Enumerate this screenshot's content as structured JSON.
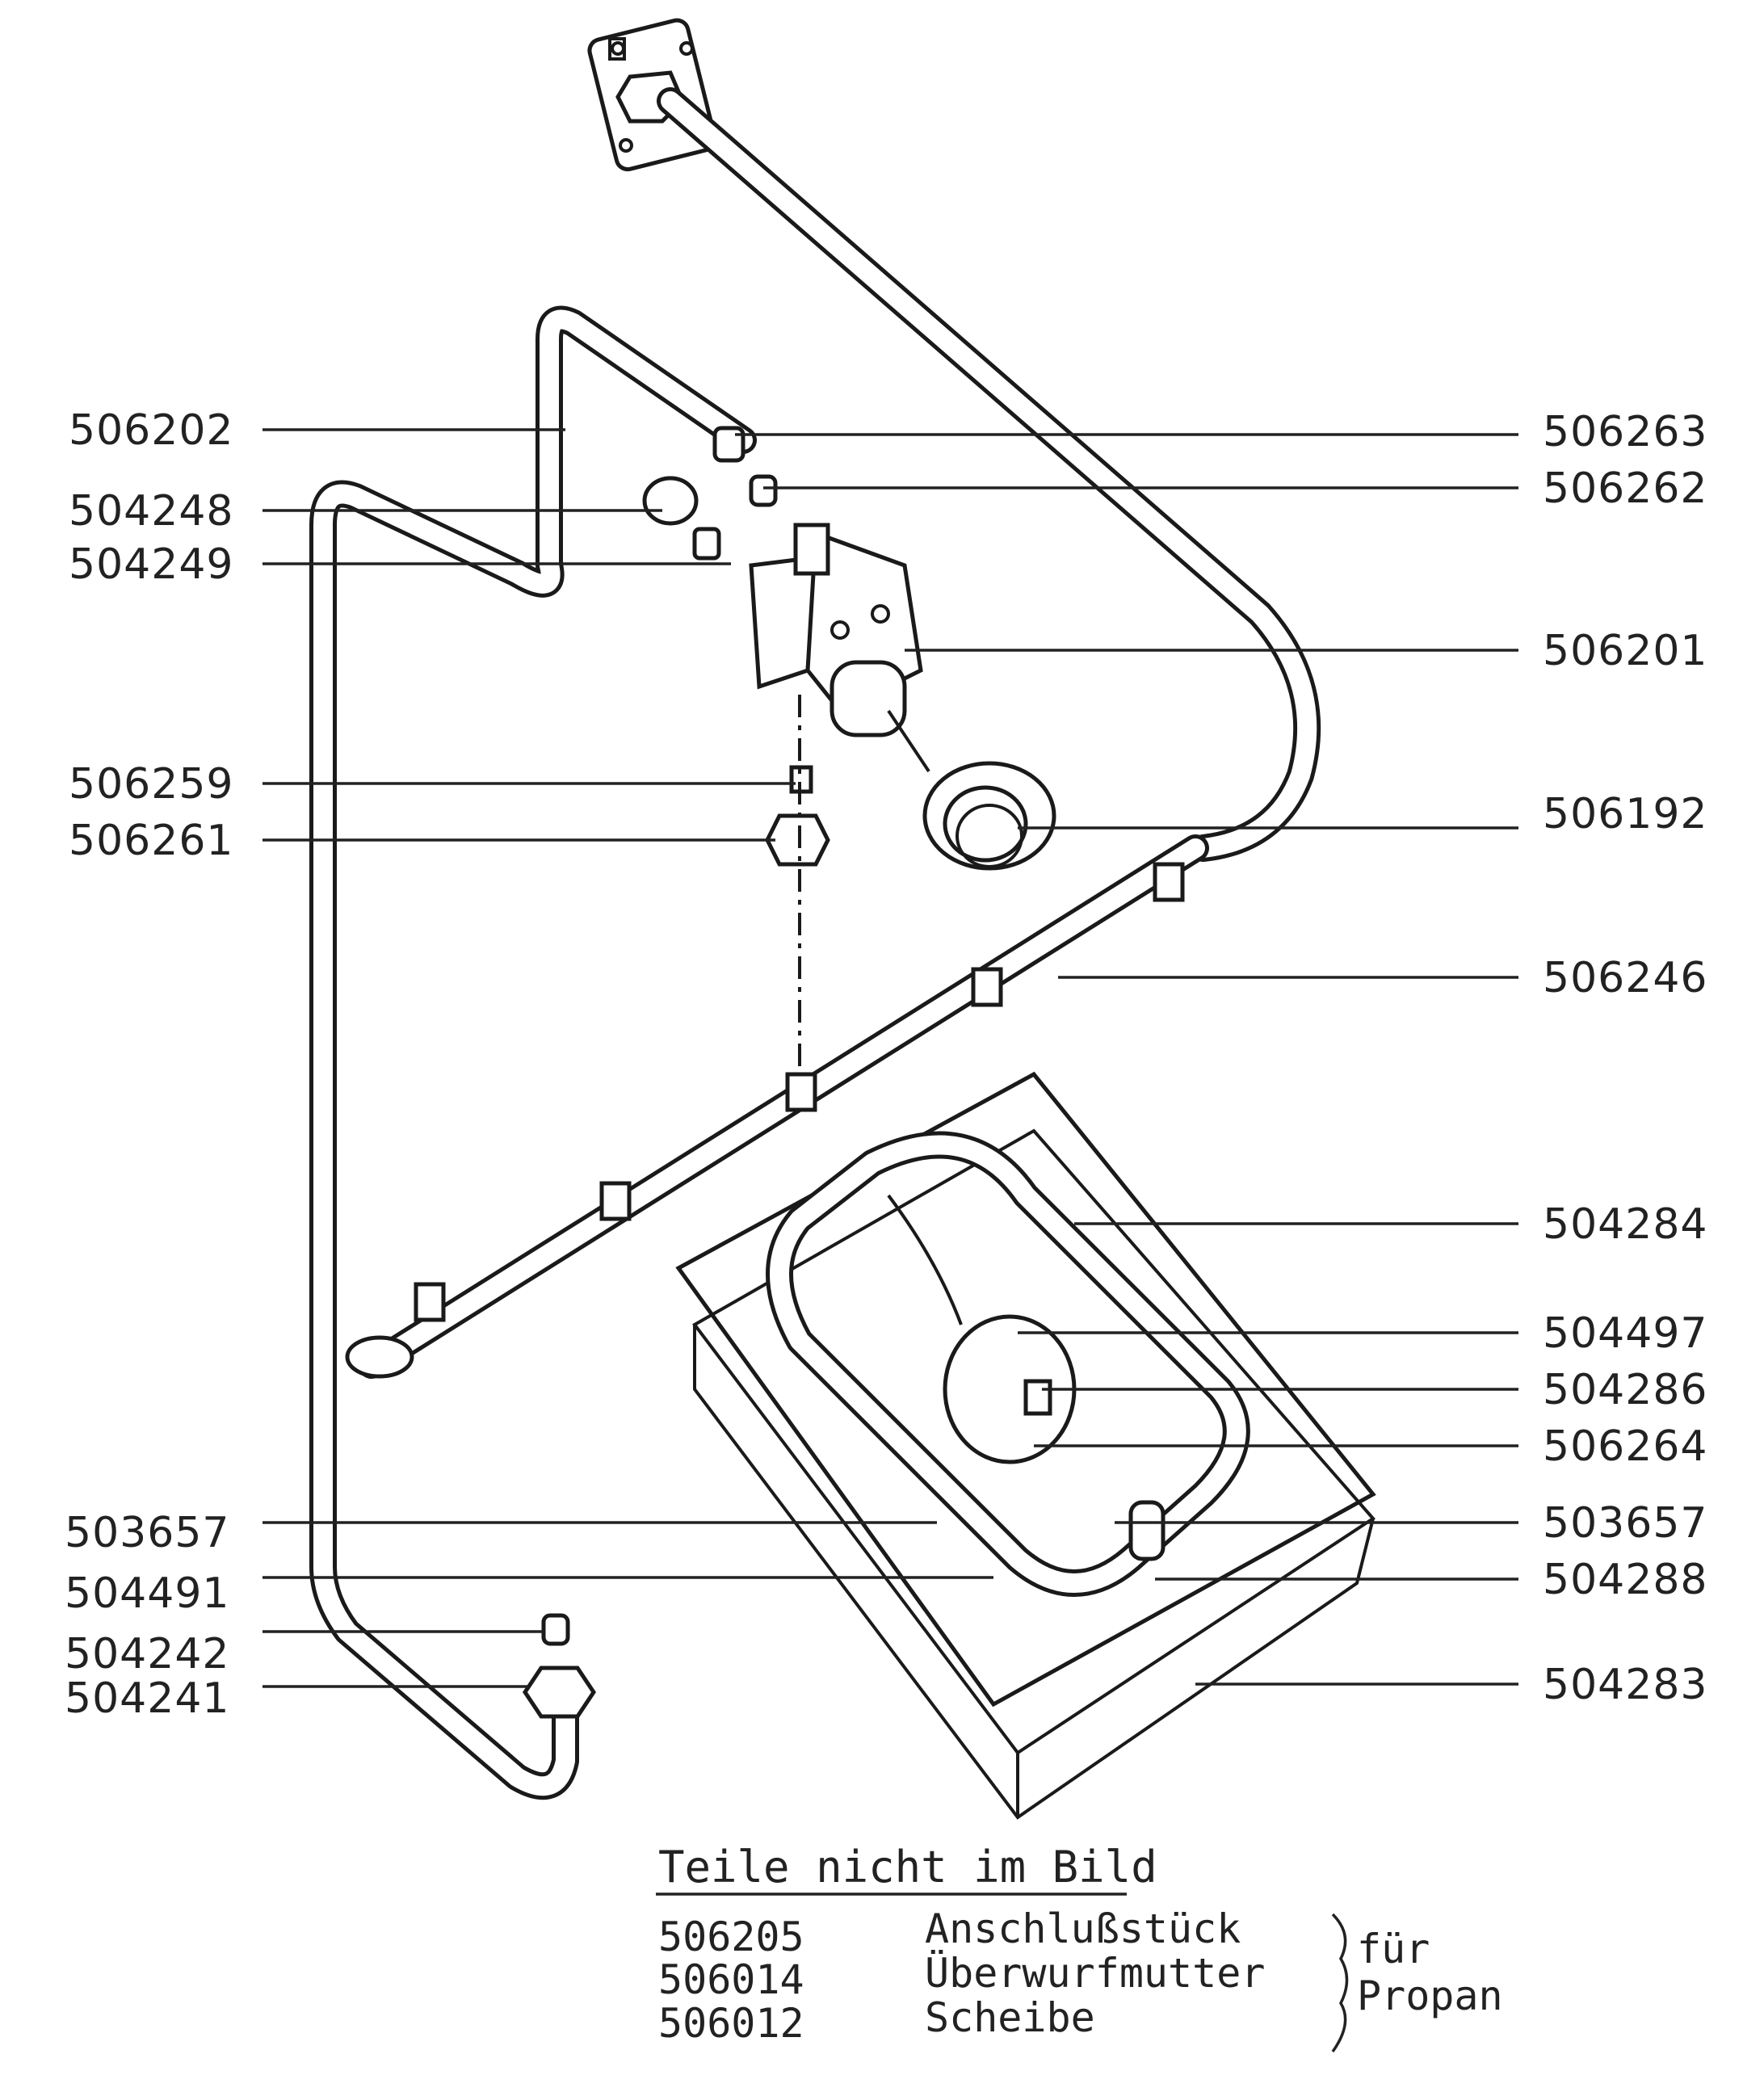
{
  "callouts_left": [
    "506202",
    "504248",
    "504249",
    "506259",
    "506261",
    "503657",
    "504491",
    "504242",
    "504241"
  ],
  "callouts_right": [
    "506263",
    "506262",
    "506201",
    "506192",
    "506246",
    "504284",
    "504497",
    "504286",
    "506264",
    "503657",
    "504288",
    "504283"
  ],
  "legend": {
    "title": "Teile nicht im Bild",
    "rows": [
      {
        "number": "506205",
        "name": "Anschlußstück"
      },
      {
        "number": "506014",
        "name": "Überwurfmutter"
      },
      {
        "number": "506012",
        "name": "Scheibe"
      }
    ],
    "bracket_note": [
      "für",
      "Propan"
    ]
  }
}
